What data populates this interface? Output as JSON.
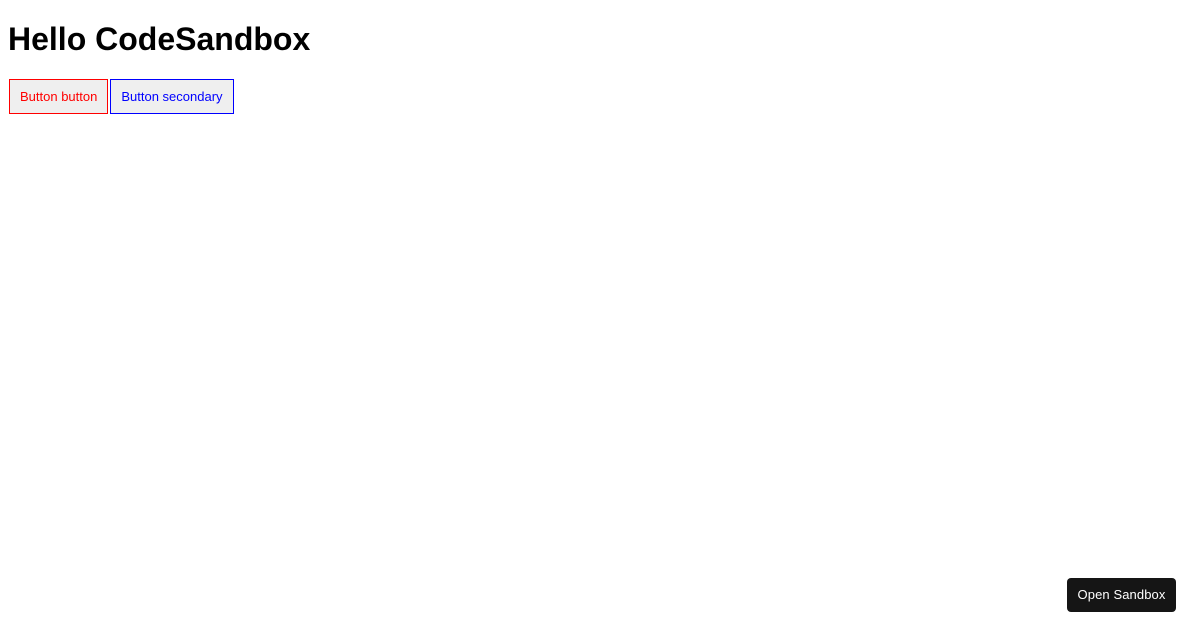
{
  "page": {
    "title": "Hello CodeSandbox",
    "background_color": "#ffffff"
  },
  "heading": {
    "text": "Hello CodeSandbox",
    "color": "#000000"
  },
  "buttons": [
    {
      "label": "Button button",
      "variant": "button",
      "text_color": "#ff0000",
      "border_color": "#ff0000",
      "background_color": "#efefef"
    },
    {
      "label": "Button secondary",
      "variant": "secondary",
      "text_color": "#0000ff",
      "border_color": "#0000ff",
      "background_color": "#efefef"
    }
  ],
  "open_sandbox": {
    "label": "Open Sandbox",
    "background_color": "#151515",
    "text_color": "#ffffff"
  }
}
